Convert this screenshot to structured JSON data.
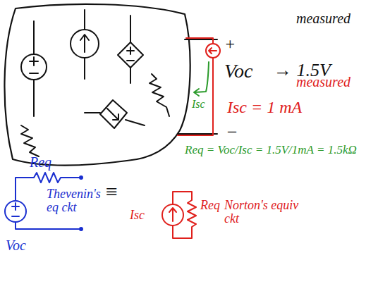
{
  "diagram": {
    "labels": [
      "measured",
      "+",
      "Voc",
      "→ 1.5V",
      "Isc",
      "measured",
      "Isc = 1 mA",
      "−",
      "Req = Voc/Isc = 1.5V/1mA = 1.5kΩ",
      "Req",
      "Thevenin's eq ckt",
      "Voc",
      "≡",
      "Isc",
      "Req",
      "Norton's equiv ckt"
    ]
  }
}
